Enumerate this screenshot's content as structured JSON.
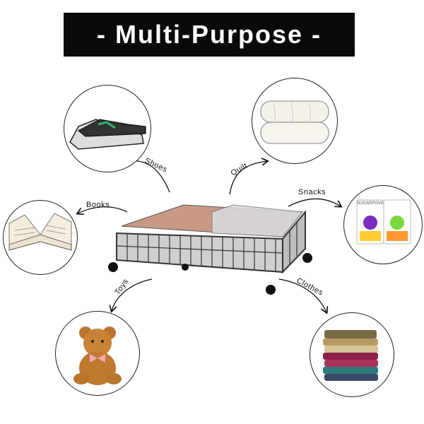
{
  "title": "- Multi-Purpose -",
  "labels": {
    "shoes": "Shoes",
    "quilt": "Quilt",
    "snacks": "Snacks",
    "books": "Books",
    "toys": "Toys",
    "clothes": "Clothes"
  },
  "snack_brand": "SUGARPOVA",
  "colors": {
    "banner": "#0a0a0a",
    "box": "#c89a86",
    "wire": "#3a3a3a"
  }
}
